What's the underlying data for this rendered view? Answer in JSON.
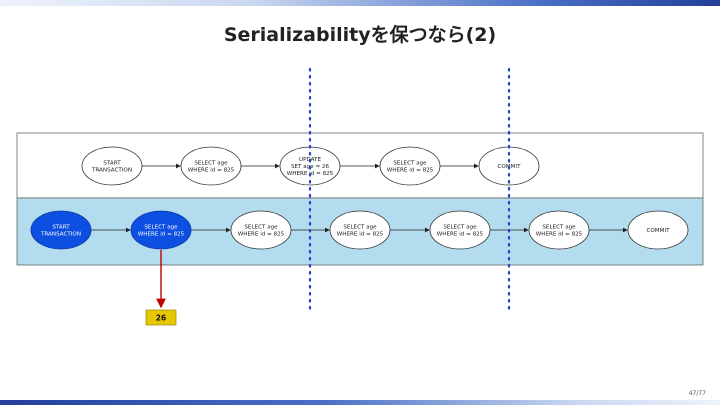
{
  "slide": {
    "title": "Serializabilityを保つなら(2)",
    "page_number": "47/77"
  },
  "diagram": {
    "row1_nodes": [
      {
        "lines": [
          "START",
          "TRANSACTION"
        ]
      },
      {
        "lines": [
          "SELECT age",
          "WHERE id = 825"
        ]
      },
      {
        "lines": [
          "UPDATE",
          "SET age = 26",
          "WHERE id = 825"
        ]
      },
      {
        "lines": [
          "SELECT age",
          "WHERE id = 825"
        ]
      },
      {
        "lines": [
          "COMMIT"
        ]
      }
    ],
    "row2_nodes": [
      {
        "lines": [
          "START",
          "TRANSACTION"
        ],
        "filled": true
      },
      {
        "lines": [
          "SELECT age",
          "WHERE id = 825"
        ],
        "filled": true
      },
      {
        "lines": [
          "SELECT age",
          "WHERE id = 825"
        ]
      },
      {
        "lines": [
          "SELECT age",
          "WHERE id = 825"
        ]
      },
      {
        "lines": [
          "SELECT age",
          "WHERE id = 825"
        ]
      },
      {
        "lines": [
          "SELECT age",
          "WHERE id = 825"
        ]
      },
      {
        "lines": [
          "COMMIT"
        ]
      }
    ],
    "result_value": "26",
    "colors": {
      "row2_background": "#b3dcef",
      "filled_node": "#0d4fe0",
      "result_box": "#e6c800",
      "result_arrow": "#c00000",
      "divider": "#2147c9"
    }
  }
}
